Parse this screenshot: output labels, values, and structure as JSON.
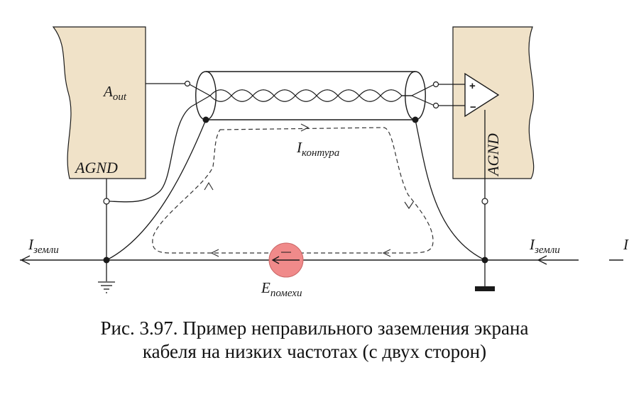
{
  "labels": {
    "a_out": "A",
    "a_out_sub": "out",
    "agnd_left": "AGND",
    "agnd_right": "AGND",
    "i_loop": "I",
    "i_loop_sub": "контура",
    "i_ground_left": "I",
    "i_ground_left_sub": "земли",
    "i_ground_right": "I",
    "i_ground_right_sub": "земли",
    "e_noise": "E",
    "e_noise_sub": "помехи",
    "amp_plus": "+",
    "amp_minus": "−"
  },
  "caption": {
    "line1": "Рис. 3.97. Пример неправильного заземления экрана",
    "line2": "кабеля на низких частотах (с двух сторон)"
  },
  "colors": {
    "device_fill": "#f0e2c8",
    "stroke": "#1a1a1a",
    "noise_source": "#f08a8a"
  }
}
